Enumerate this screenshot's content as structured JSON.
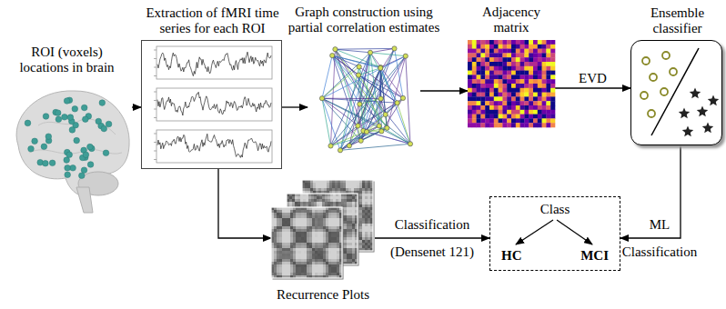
{
  "diagram": {
    "nodes": [
      {
        "text": [
          "ROI (voxels) locations in brain"
        ]
      },
      {
        "text": [
          "Extraction of fMRI time series for each ROI"
        ]
      },
      {
        "text": [
          "Graph construction using partial correlation estimates"
        ]
      },
      {
        "text": [
          "Adjacency matrix"
        ]
      },
      {
        "text": [
          "Ensemble classifier"
        ]
      },
      {
        "text": [
          "Recurrence Plots"
        ]
      },
      {
        "text": [
          "Class",
          "HC",
          "MCI"
        ]
      }
    ],
    "edges": [
      {
        "from": 0,
        "to": 1,
        "arrow": "to"
      },
      {
        "from": 1,
        "to": 2,
        "arrow": "to"
      },
      {
        "from": 2,
        "to": 3,
        "arrow": "to"
      },
      {
        "from": 3,
        "to": 4,
        "label": "EVD",
        "arrow": "to"
      },
      {
        "from": 1,
        "to": 5,
        "arrow": "to"
      },
      {
        "from": 5,
        "to": 6,
        "label": "Classification (Densenet 121)",
        "arrow": "to"
      },
      {
        "from": 4,
        "to": 6,
        "label": "ML Classification",
        "arrow": "to"
      }
    ]
  }
}
